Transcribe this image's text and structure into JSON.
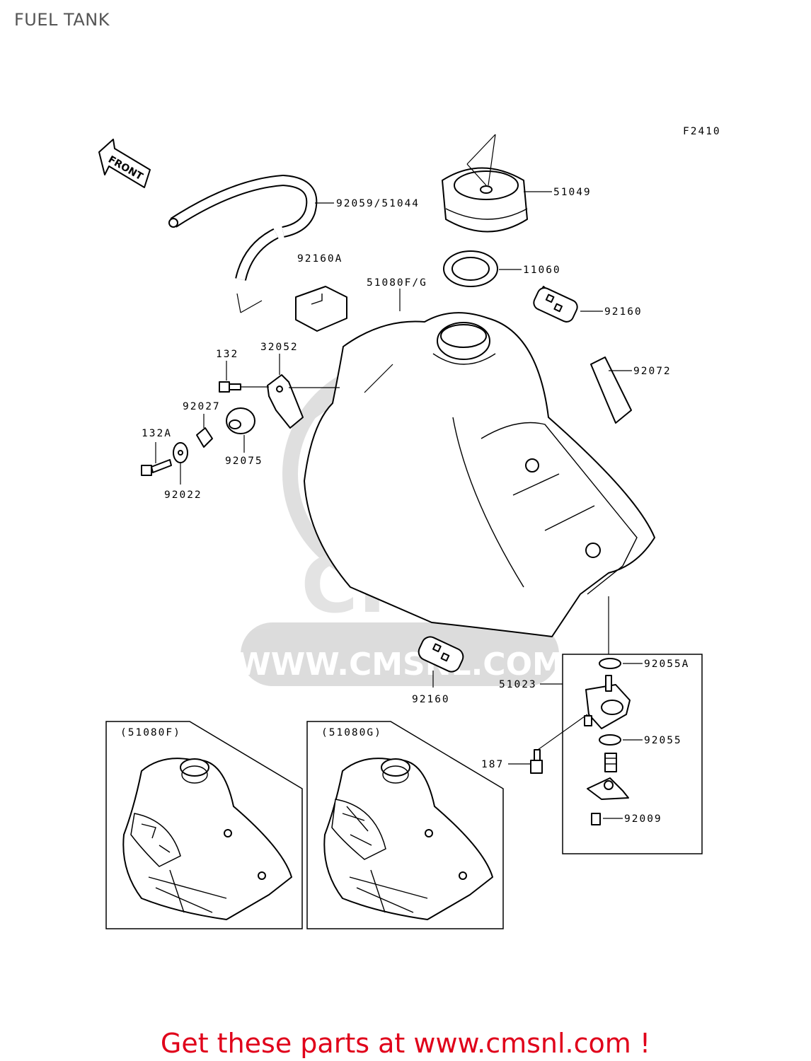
{
  "title": "FUEL TANK",
  "figure_code": "F2410",
  "front_label": "FRONT",
  "watermark": {
    "logo": "CMS",
    "url": "WWW.CMSNL.COM"
  },
  "colors": {
    "cta": "#e0001a",
    "title": "#555555",
    "watermark": "#d9d9d9"
  },
  "parts": {
    "hose": "92059/51044",
    "cap": "51049",
    "gasket": "11060",
    "filter_top": "92160",
    "strap": "92072",
    "cap_sticker": "92160A",
    "tank": "51080F/G",
    "bracket": "32052",
    "bolt_132": "132",
    "collar": "92027",
    "damper": "92075",
    "bolt_132a": "132A",
    "washer": "92022",
    "filter_bottom": "92160",
    "oring_a": "92055A",
    "cock": "51023",
    "oring": "92055",
    "bolt_187": "187",
    "screw": "92009"
  },
  "variants": {
    "f": "(51080F)",
    "g": "(51080G)"
  },
  "cta": "Get these parts at www.cmsnl.com !"
}
